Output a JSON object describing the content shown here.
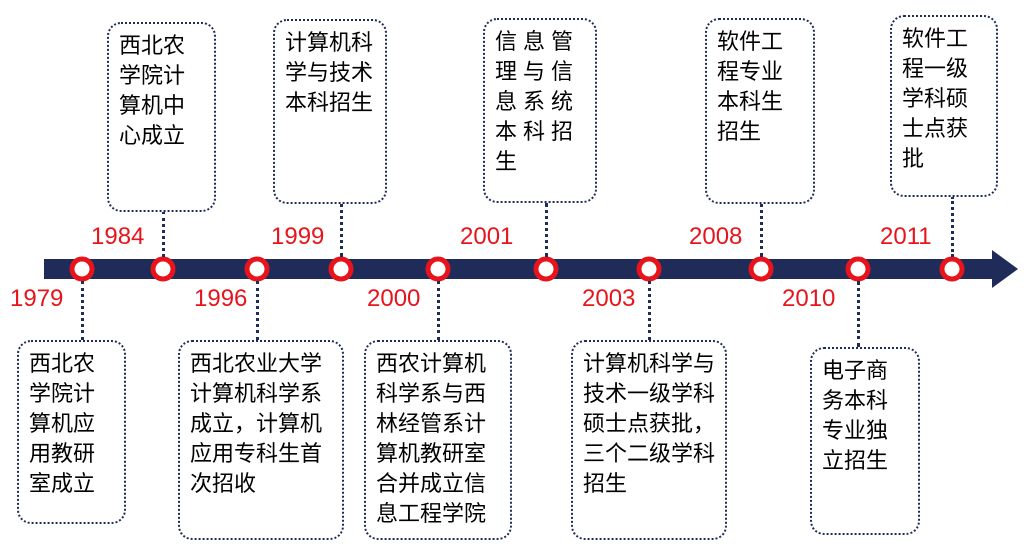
{
  "colors": {
    "axis": "#1f2c5a",
    "marker": "#e8141c",
    "year_text": "#e8141c"
  },
  "events": [
    {
      "year": "1979",
      "text": "西北农学院计算机应用教研室成立"
    },
    {
      "year": "1984",
      "text": "西北农学院计算机中心成立"
    },
    {
      "year": "1996",
      "text": "西北农业大学计算机科学系成立，计算机应用专科生首次招收"
    },
    {
      "year": "1999",
      "text": "计算机科学与技术本科招生"
    },
    {
      "year": "2000",
      "text": "西农计算机科学系与西林经管系计算机教研室合并成立信息工程学院"
    },
    {
      "year": "2001",
      "text": "信息管理与信息系统本科招生"
    },
    {
      "year": "2003",
      "text": "计算机科学与技术一级学科硕士点获批，三个二级学科招生"
    },
    {
      "year": "2008",
      "text": "软件工程专业本科生招生"
    },
    {
      "year": "2010",
      "text": "电子商务本科专业独立招生"
    },
    {
      "year": "2011",
      "text": "软件工程一级学科硕士点获批"
    }
  ]
}
